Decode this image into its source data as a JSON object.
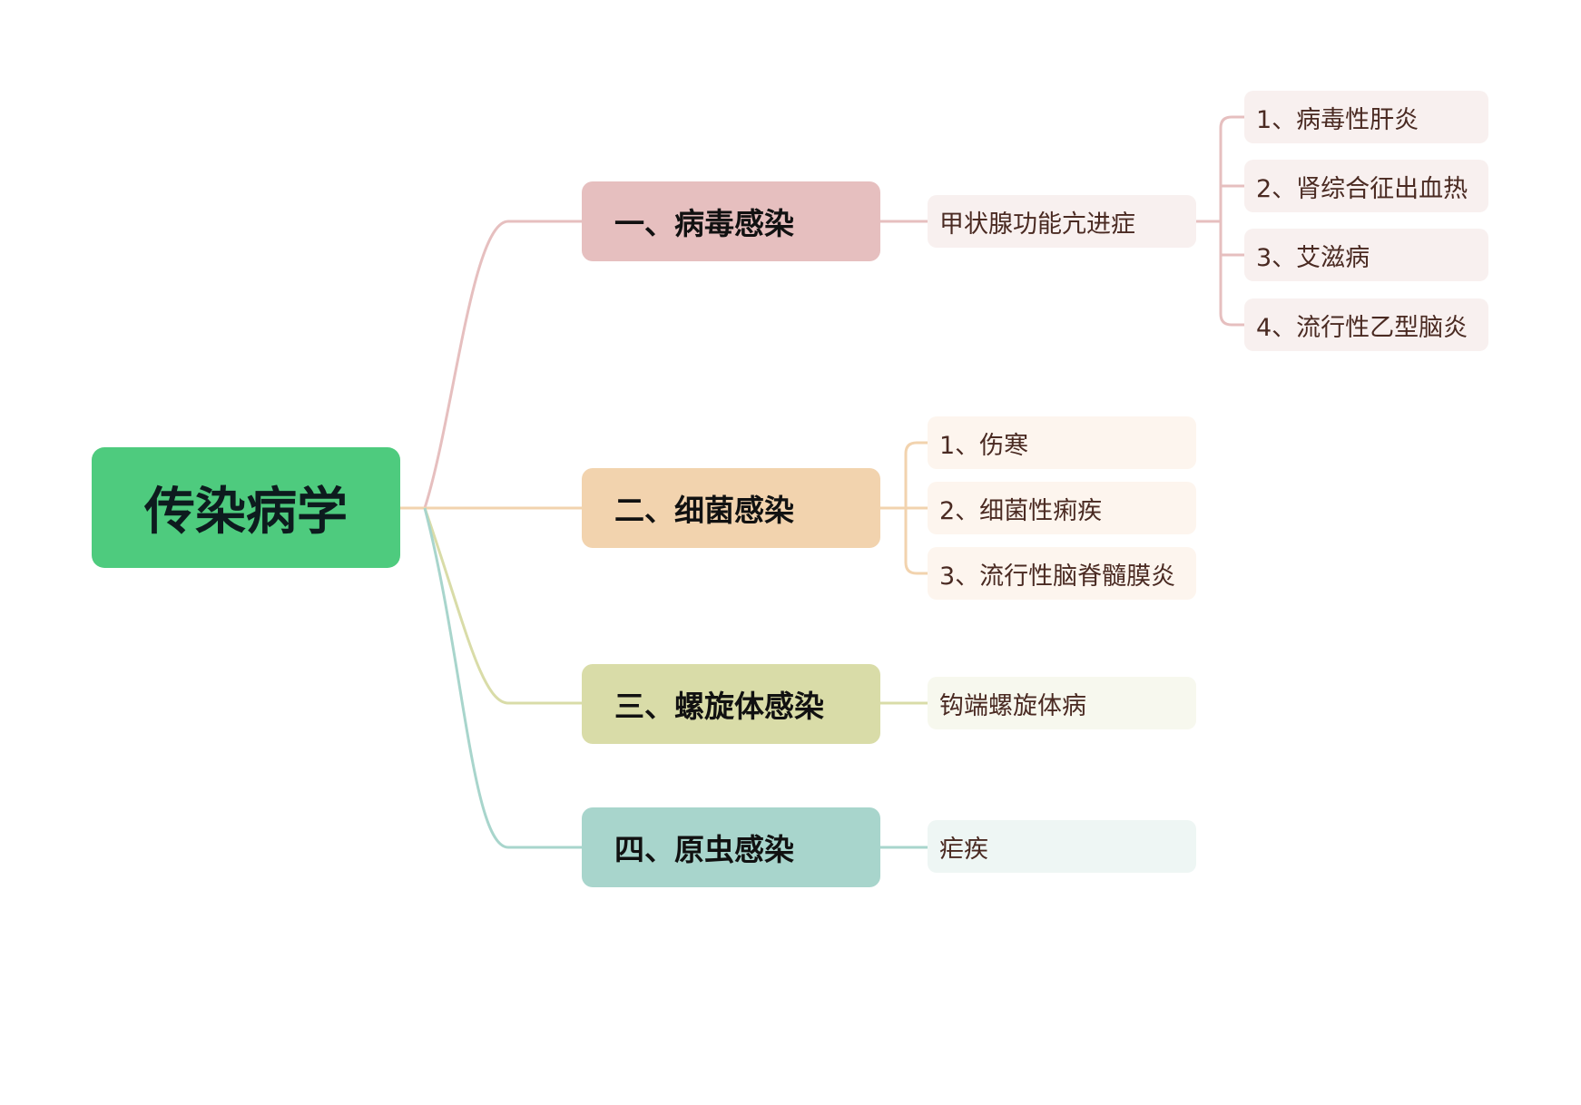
{
  "root": {
    "label": "传染病学",
    "color": "#4ecb7e"
  },
  "branches": [
    {
      "label": "一、病毒感染",
      "color": "#e6bfbf",
      "children": [
        {
          "label": "甲状腺功能亢进症",
          "children": [
            "1、病毒性肝炎",
            "2、肾综合征出血热",
            "3、艾滋病",
            "4、流行性乙型脑炎"
          ]
        }
      ]
    },
    {
      "label": "二、细菌感染",
      "color": "#f2d3ae",
      "children": [
        {
          "label": "1、伤寒"
        },
        {
          "label": "2、细菌性痢疾"
        },
        {
          "label": "3、流行性脑脊髓膜炎"
        }
      ]
    },
    {
      "label": "三、螺旋体感染",
      "color": "#d9dca8",
      "children": [
        {
          "label": "钩端螺旋体病"
        }
      ]
    },
    {
      "label": "四、原虫感染",
      "color": "#a8d5cc",
      "children": [
        {
          "label": "疟疾"
        }
      ]
    }
  ]
}
